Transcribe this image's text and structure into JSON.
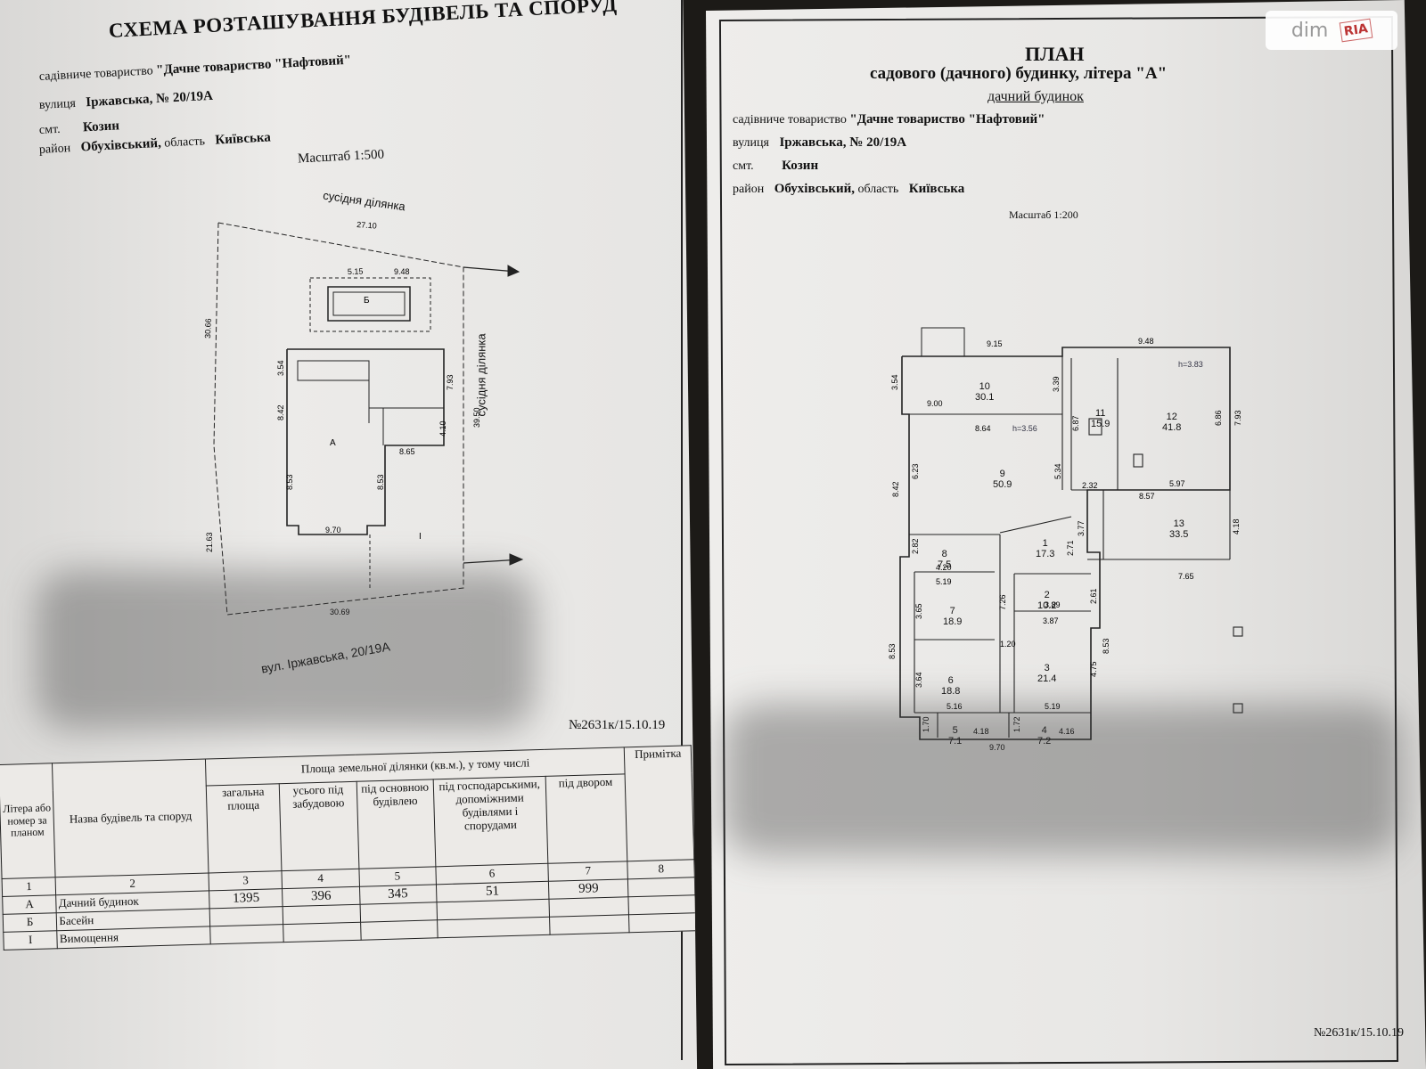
{
  "left_page": {
    "title": "СХЕМА РОЗТАШУВАННЯ БУДІВЕЛЬ ТА СПОРУД",
    "society_label": "садівниче товариство",
    "society_value": "\"Дачне товариство \"Нафтовий\"",
    "street_label": "вулиця",
    "street_value": "Іржавська, № 20/19А",
    "town_label": "смт.",
    "town_value": "Козин",
    "district_label": "район",
    "district_value": "Обухівський,",
    "region_label": "область",
    "region_value": "Київська",
    "scale": "Масштаб 1:500",
    "neighbor_top": "сусідня ділянка",
    "neighbor_right": "сусідня ділянка",
    "street_caption": "вул. Іржавська, 20/19А",
    "dims": {
      "top": "27.10",
      "left": "30.66",
      "left_lower": "21.63",
      "right": "39.50",
      "bottom": "30.69",
      "b1": "5.15",
      "b2": "9.48",
      "b3": "3.54",
      "b4": "8.42",
      "b5": "7.93",
      "b6": "4.10",
      "b7": "8.65",
      "b8": "8.53",
      "b9": "8.53",
      "b10": "9.70"
    },
    "labels": {
      "pool": "Б",
      "house": "А",
      "paving": "І"
    },
    "doc_number": "№2631к/15.10.19",
    "table": {
      "headers": {
        "col1": "Літера або номер за планом",
        "col2": "Назва будівель та споруд",
        "group": "Площа земельної ділянки (кв.м.), у тому числі",
        "col3": "загальна площа",
        "col4": "усього під забудовою",
        "col5": "під основною будівлею",
        "col6": "під господарськими, допоміжними будівлями і спорудами",
        "col7": "під двором",
        "col8": "Примітка"
      },
      "numbers": [
        "1",
        "2",
        "3",
        "4",
        "5",
        "6",
        "7",
        "8"
      ],
      "rows": [
        [
          "А",
          "Дачний будинок",
          "1395",
          "396",
          "345",
          "51",
          "999",
          ""
        ],
        [
          "Б",
          "Басейн",
          "",
          "",
          "",
          "",
          "",
          ""
        ],
        [
          "І",
          "Вимощення",
          "",
          "",
          "",
          "",
          "",
          ""
        ]
      ]
    }
  },
  "right_page": {
    "title": "ПЛАН",
    "subtitle": "садового (дачного) будинку, літера \"А\"",
    "building_type": "дачний будинок",
    "society_label": "садівниче товариство",
    "society_value": "\"Дачне товариство \"Нафтовий\"",
    "street_label": "вулиця",
    "street_value": "Іржавська, № 20/19А",
    "town_label": "смт.",
    "town_value": "Козин",
    "district_label": "район",
    "district_value": "Обухівський,",
    "region_label": "область",
    "region_value": "Київська",
    "scale": "Масштаб 1:200",
    "rooms": [
      {
        "num": "1",
        "area": "17.3"
      },
      {
        "num": "2",
        "area": "10.2"
      },
      {
        "num": "3",
        "area": "21.4"
      },
      {
        "num": "4",
        "area": "7.2"
      },
      {
        "num": "5",
        "area": "7.1"
      },
      {
        "num": "6",
        "area": "18.8"
      },
      {
        "num": "7",
        "area": "18.9"
      },
      {
        "num": "8",
        "area": "7.5"
      },
      {
        "num": "9",
        "area": "50.9"
      },
      {
        "num": "10",
        "area": "30.1"
      },
      {
        "num": "11",
        "area": "15.9"
      },
      {
        "num": "12",
        "area": "41.8"
      },
      {
        "num": "13",
        "area": "33.5"
      }
    ],
    "heights": {
      "h1": "h=3.56",
      "h2": "h=3.83"
    },
    "dims": {
      "d915": "9.15",
      "d948": "9.48",
      "d354": "3.54",
      "d900": "9.00",
      "d339": "3.39",
      "d864": "8.64",
      "d687": "6.87",
      "d686": "6.86",
      "d793": "7.93",
      "d842": "8.42",
      "d623": "6.23",
      "d534": "5.34",
      "d232": "2.32",
      "d597": "5.97",
      "d857": "8.57",
      "d418": "4.18",
      "d282": "2.82",
      "d420": "4.20",
      "d271": "2.71",
      "d377": "3.77",
      "d765": "7.65",
      "d519a": "5.19",
      "d365": "3.65",
      "d726": "7.26",
      "d261": "2.61",
      "d389": "3.89",
      "d853a": "8.53",
      "d120": "1.20",
      "d387": "3.87",
      "d853b": "8.53",
      "d364": "3.64",
      "d475": "4.75",
      "d516": "5.16",
      "d519b": "5.19",
      "d170": "1.70",
      "d418a": "4.18",
      "d172": "1.72",
      "d416": "4.16",
      "d970": "9.70"
    },
    "doc_number": "№2631к/15.10.19"
  },
  "watermark": {
    "brand": "dim",
    "badge": "RIA"
  }
}
